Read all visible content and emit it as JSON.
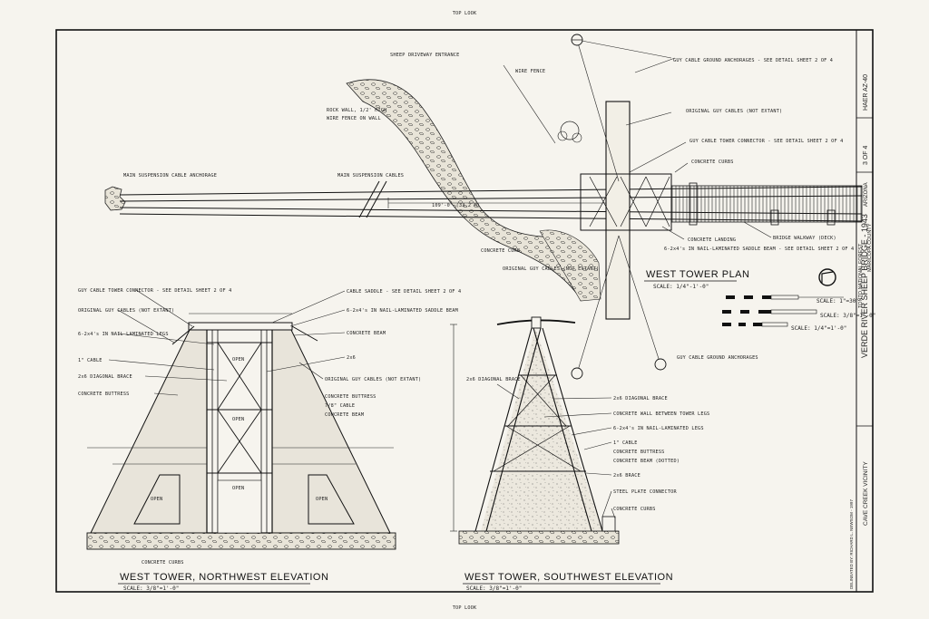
{
  "header_small": "TOP LOOK",
  "footer_small": "TOP LOOK",
  "plan": {
    "title": "WEST TOWER PLAN",
    "scale": "SCALE: 1/4\"-1'-0\"",
    "labels": {
      "sheep_driveway": "SHEEP DRIVEWAY ENTRANCE",
      "wire_fence": "WIRE FENCE",
      "rock_wall": "ROCK WALL, 1/2' HIGH",
      "wire_fence_wall": "WIRE FENCE ON WALL",
      "anchorage": "MAIN SUSPENSION CABLE ANCHORAGE",
      "main_cables": "MAIN SUSPENSION CABLES",
      "dimension": "109'-0\" (33.2 M)",
      "concrete_curb": "CONCRETE CURB",
      "orig_guy": "ORIGINAL GUY CABLES (NOT EXTANT)",
      "guy_anchor_top": "GUY CABLE GROUND ANCHORAGES - SEE DETAIL SHEET 2 OF 4",
      "orig_guy_right": "ORIGINAL GUY CABLES (NOT EXTANT)",
      "guy_connector": "GUY CABLE TOWER CONNECTOR - SEE DETAIL SHEET 2 OF 4",
      "concrete_curbs": "CONCRETE CURBS",
      "concrete_landing": "CONCRETE LANDING",
      "bridge_walkway": "BRIDGE WALKWAY (DECK)",
      "saddle_beam": "6-2x4's IN NAIL-LAMINATED SADDLE BEAM - SEE DETAIL SHEET 2 OF 4",
      "guy_anchor_bottom": "GUY CABLE GROUND ANCHORAGES"
    }
  },
  "scales": {
    "s1": "SCALE: 1\"=30'",
    "s2": "SCALE: 3/8\"=1'-0\"",
    "s3": "SCALE: 1/4\"=1'-0\""
  },
  "nw": {
    "title": "WEST TOWER, NORTHWEST ELEVATION",
    "scale": "SCALE: 3/8\"=1'-0\"",
    "labels": {
      "guy_connector": "GUY CABLE TOWER CONNECTOR - SEE DETAIL SHEET 2 OF 4",
      "orig_guy": "ORIGINAL GUY CABLES (NOT EXTANT)",
      "legs": "6-2x4's IN NAIL-LAMINATED LEGS",
      "cable": "1\" CABLE",
      "diag": "2x6 DIAGONAL BRACE",
      "buttress": "CONCRETE BUTTRESS",
      "saddle_detail": "CABLE SADDLE - SEE DETAIL SHEET 2 OF 4",
      "saddle_beam": "6-2x4's IN NAIL-LAMINATED SADDLE BEAM",
      "conc_beam": "CONCRETE BEAM",
      "twox6": "2x6",
      "orig_guy2": "ORIGINAL GUY CABLES (NOT EXTANT)",
      "conc_buttress": "CONCRETE BUTTRESS",
      "cable78": "7/8\" CABLE",
      "conc_beam2": "CONCRETE BEAM",
      "open1": "OPEN",
      "open2": "OPEN",
      "open3": "OPEN",
      "open4": "OPEN",
      "open5": "OPEN",
      "curbs": "CONCRETE CURBS"
    }
  },
  "sw": {
    "title": "WEST TOWER, SOUTHWEST ELEVATION",
    "scale": "SCALE: 3/8\"=1'-0\"",
    "labels": {
      "diag_left": "2x6 DIAGONAL BRACE",
      "diag": "2x6 DIAGONAL BRACE",
      "wall": "CONCRETE WALL BETWEEN TOWER LEGS",
      "legs": "6-2x4's IN NAIL-LAMINATED LEGS",
      "cable": "1\" CABLE",
      "buttress": "CONCRETE BUTTRESS",
      "beam": "CONCRETE BEAM (DOTTED)",
      "brace": "2x6 BRACE",
      "plate": "STEEL PLATE CONNECTOR",
      "curbs": "CONCRETE CURBS"
    }
  },
  "title_block": {
    "main": "VERDE RIVER SHEEP BRIDGE - 1943",
    "sub1": "TONTO NATIONAL FOREST",
    "sub2": "MARICOPA COUNTY",
    "loc": "CAVE CREEK VICINITY",
    "state": "ARIZONA",
    "sheet": "3 OF 4",
    "haer": "HAER AZ-40",
    "delineator": "DELINEATED BY: RICHARD L. NEWSOM - 1997"
  }
}
